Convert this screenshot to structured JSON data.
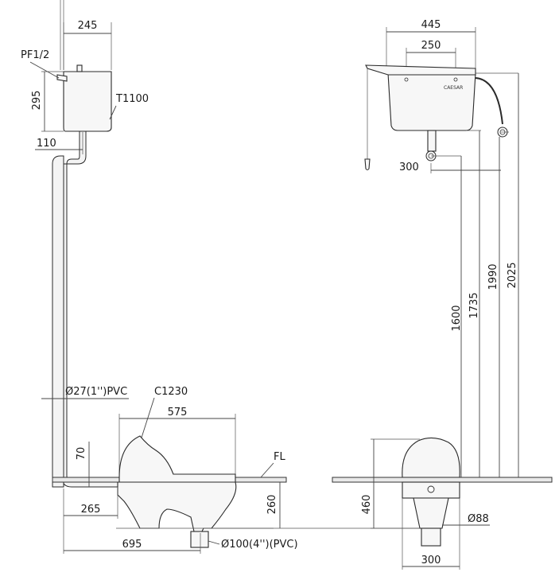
{
  "colors": {
    "line": "#2a2a2a",
    "fill": "#f7f7f7",
    "background": "#ffffff"
  },
  "left_view": {
    "cistern_width": "245",
    "inlet": "PF1/2",
    "cistern_height": "295",
    "cistern_model": "T1100",
    "flush_pipe_offset": "110",
    "flush_pipe": "Ø27(1'')PVC",
    "pan_model": "C1230",
    "pan_length": "575",
    "pipe_height_above_floor": "70",
    "floor_label": "FL",
    "outlet_height": "260",
    "pipe_to_outlet": "265",
    "outlet_distance": "695",
    "outlet_pipe": "Ø100(4'')(PVC)"
  },
  "right_view": {
    "cistern_width": "445",
    "bracket_spacing": "250",
    "brand": "CAESAR",
    "outlet_offset": "300",
    "height_1": "1600",
    "height_2": "1735",
    "height_3": "1990",
    "height_4": "2025",
    "pan_height": "460",
    "outlet_diameter": "Ø88",
    "pan_width": "300"
  }
}
